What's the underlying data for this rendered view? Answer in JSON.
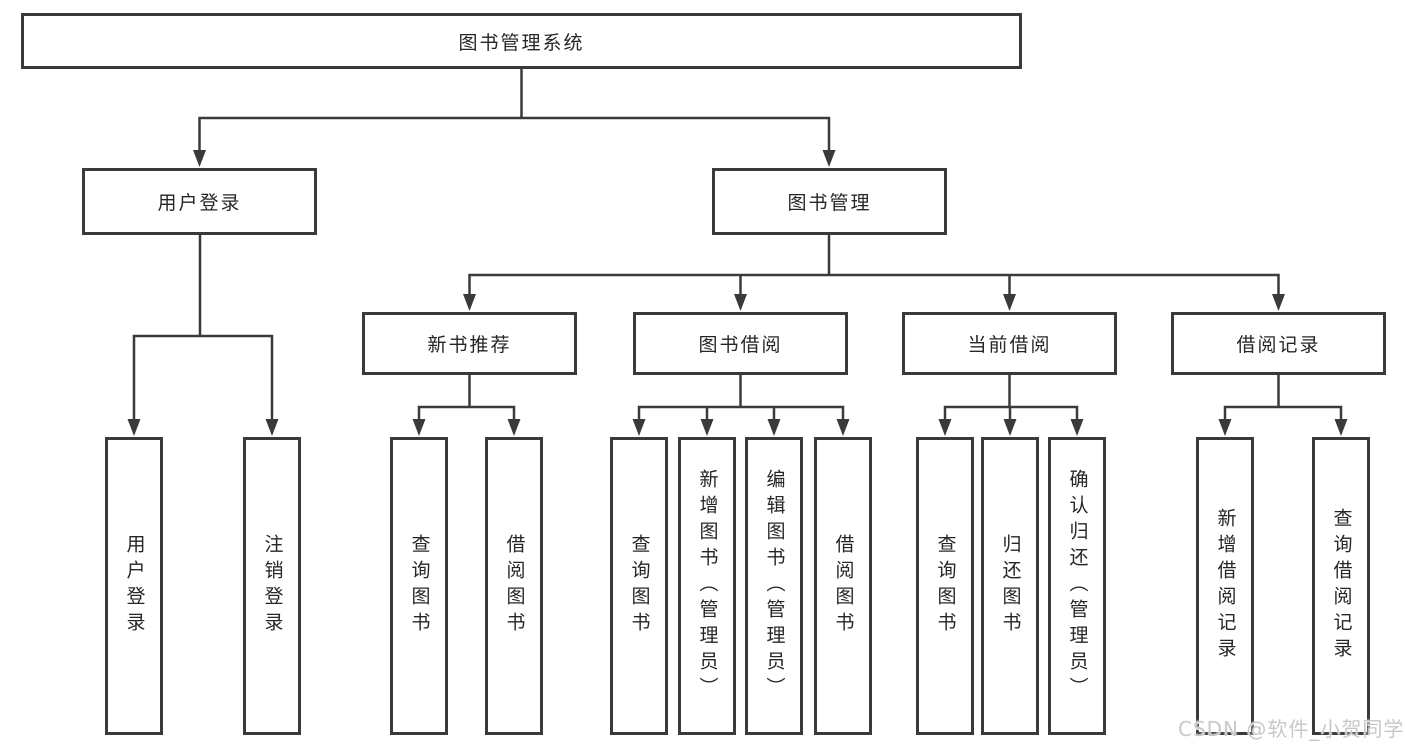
{
  "diagram": {
    "tree": {
      "root": {
        "label": "图书管理系统"
      },
      "branches": [
        {
          "label": "用户登录",
          "leaves": [
            {
              "label": "用户登录"
            },
            {
              "label": "注销登录"
            }
          ]
        },
        {
          "label": "图书管理",
          "groups": [
            {
              "label": "新书推荐",
              "leaves": [
                {
                  "label": "查询图书"
                },
                {
                  "label": "借阅图书"
                }
              ]
            },
            {
              "label": "图书借阅",
              "leaves": [
                {
                  "label": "查询图书"
                },
                {
                  "label": "新增图书（管理员）"
                },
                {
                  "label": "编辑图书（管理员）"
                },
                {
                  "label": "借阅图书"
                }
              ]
            },
            {
              "label": "当前借阅",
              "leaves": [
                {
                  "label": "查询图书"
                },
                {
                  "label": "归还图书"
                },
                {
                  "label": "确认归还（管理员）"
                }
              ]
            },
            {
              "label": "借阅记录",
              "leaves": [
                {
                  "label": "新增借阅记录"
                },
                {
                  "label": "查询借阅记录"
                }
              ]
            }
          ]
        }
      ]
    },
    "colors": {
      "line": "#3a3a3a",
      "text": "#262626",
      "background": "#ffffff",
      "watermark_text": "#c8c8c8"
    }
  },
  "watermark": {
    "text": "CSDN @软件_小贺同学"
  }
}
